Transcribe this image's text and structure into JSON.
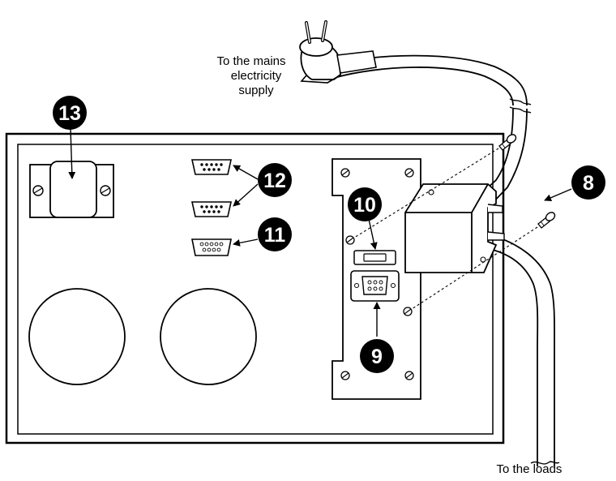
{
  "labels": {
    "mains_line1": "To the mains",
    "mains_line2": "electricity",
    "mains_line3": "supply",
    "loads": "To the loads"
  },
  "callouts": {
    "c8": "8",
    "c9": "9",
    "c10": "10",
    "c11": "11",
    "c12": "12",
    "c13": "13"
  },
  "colors": {
    "line": "#000000",
    "panel": "#ffffff",
    "badge": "#000000",
    "badge_text": "#ffffff"
  }
}
